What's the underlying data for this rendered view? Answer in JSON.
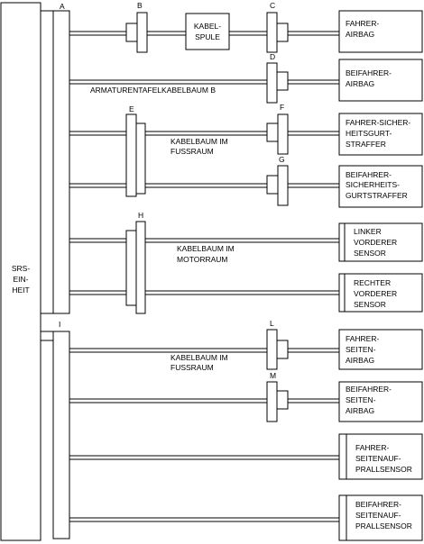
{
  "srs_unit": {
    "lines": [
      "SRS-",
      "EIN-",
      "HEIT"
    ]
  },
  "connectors": {
    "A": "A",
    "B": "B",
    "C": "C",
    "D": "D",
    "E": "E",
    "F": "F",
    "G": "G",
    "H": "H",
    "I": "I",
    "L": "L",
    "M": "M"
  },
  "kabelspule": {
    "lines": [
      "KABEL-",
      "SPULE"
    ]
  },
  "harness_labels": {
    "armaturentafel": {
      "lines": [
        "ARMATURENTAFELKABELBAUM B"
      ]
    },
    "fussraum_1": {
      "lines": [
        "KABELBAUM IM",
        "FUSSRAUM"
      ]
    },
    "motorraum": {
      "lines": [
        "KABELBAUM IM",
        "MOTORRAUM"
      ]
    },
    "fussraum_2": {
      "lines": [
        "KABELBAUM IM",
        "FUSSRAUM"
      ]
    }
  },
  "components": [
    {
      "lines": [
        "FAHRER-",
        "AIRBAG"
      ]
    },
    {
      "lines": [
        "BEIFAHRER-",
        "AIRBAG"
      ]
    },
    {
      "lines": [
        "FAHRER-SICHER-",
        "HEITSGURT-",
        "STRAFFER"
      ]
    },
    {
      "lines": [
        "BEIFAHRER-",
        "SICHERHEITS-",
        "GURTSTRAFFER"
      ]
    },
    {
      "lines": [
        "LINKER",
        "VORDERER",
        "SENSOR"
      ]
    },
    {
      "lines": [
        "RECHTER",
        "VORDERER",
        "SENSOR"
      ]
    },
    {
      "lines": [
        "FAHRER-",
        "SEITEN-",
        "AIRBAG"
      ]
    },
    {
      "lines": [
        "BEIFAHRER-",
        "SEITEN-",
        "AIRBAG"
      ]
    },
    {
      "lines": [
        "FAHRER-",
        "SEITENAUF-",
        "PRALLSENSOR"
      ]
    },
    {
      "lines": [
        "BEIFAHRER-",
        "SEITENAUF-",
        "PRALLSENSOR"
      ]
    }
  ]
}
